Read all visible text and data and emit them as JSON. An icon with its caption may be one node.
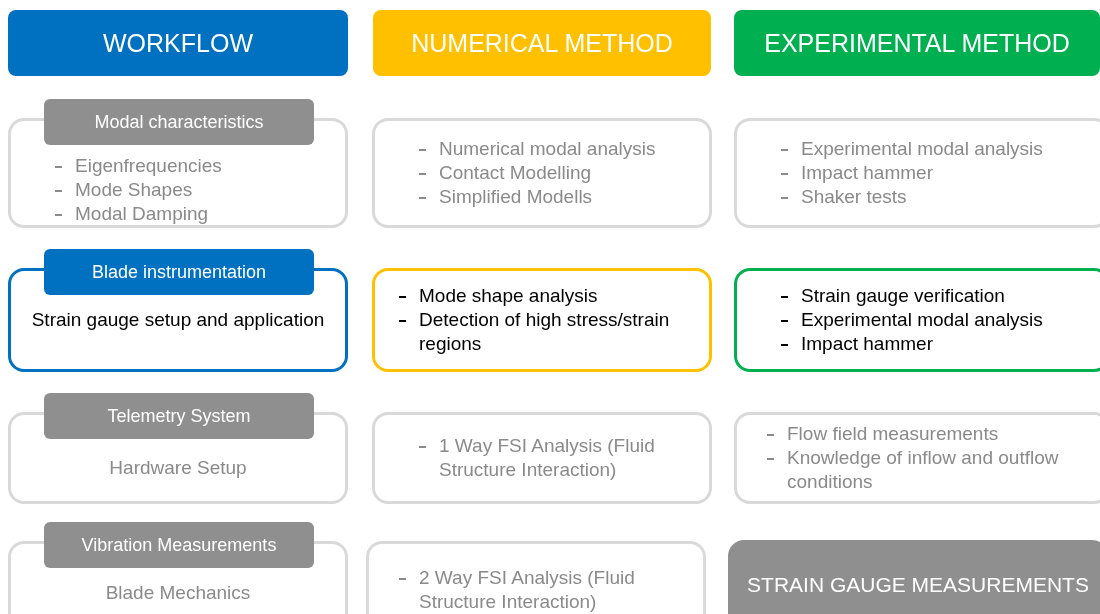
{
  "diagram": {
    "nodes": [
      {
        "text": [
          "WORKFLOW"
        ]
      },
      {
        "text": [
          "NUMERICAL METHOD"
        ]
      },
      {
        "text": [
          "EXPERIMENTAL METHOD"
        ]
      },
      {
        "text": [
          "Modal characteristics",
          "Eigenfrequencies",
          "Mode Shapes",
          "Modal Damping"
        ]
      },
      {
        "text": [
          "Numerical modal analysis",
          "Contact Modelling",
          "Simplified Modells"
        ]
      },
      {
        "text": [
          "Experimental modal analysis",
          "Impact hammer",
          "Shaker tests"
        ]
      },
      {
        "text": [
          "Blade instrumentation",
          "Strain gauge setup and application"
        ]
      },
      {
        "text": [
          "Mode shape analysis",
          "Detection of high stress/strain regions"
        ]
      },
      {
        "text": [
          "Strain gauge verification",
          "Experimental modal analysis",
          "Impact hammer"
        ]
      },
      {
        "text": [
          "Telemetry System",
          "Hardware Setup"
        ]
      },
      {
        "text": [
          "1 Way FSI Analysis (Fluid Structure Interaction)"
        ]
      },
      {
        "text": [
          "Flow field measurements",
          "Knowledge of inflow and outflow conditions"
        ]
      },
      {
        "text": [
          "Vibration Measurements",
          "Blade Mechanics"
        ]
      },
      {
        "text": [
          "2 Way FSI Analysis (Fluid Structure Interaction)"
        ]
      },
      {
        "text": [
          "STRAIN GAUGE MEASUREMENTS"
        ]
      }
    ]
  }
}
